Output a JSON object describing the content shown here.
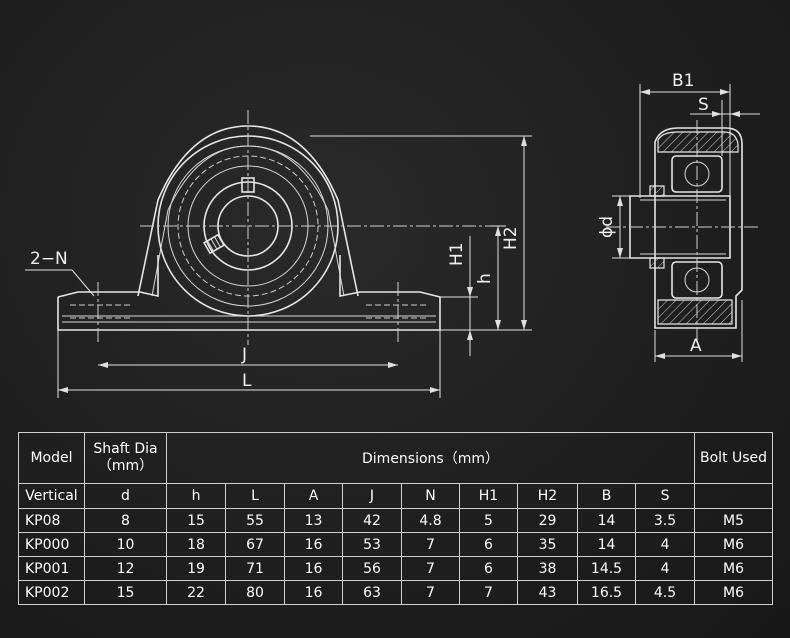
{
  "drawing": {
    "labels": {
      "n": "2−N",
      "j": "J",
      "l": "L",
      "h1": "H1",
      "h": "h",
      "h2": "H2",
      "b1": "B1",
      "s": "S",
      "d": "ϕd",
      "a": "A"
    }
  },
  "table": {
    "header": {
      "model": "Model",
      "shaft_line1": "Shaft Dia",
      "shaft_line2": "（mm）",
      "dimensions": "Dimensions（mm）",
      "bolt": "Bolt Used"
    },
    "subheader": {
      "vertical": "Vertical",
      "cols": [
        "d",
        "h",
        "L",
        "A",
        "J",
        "N",
        "H1",
        "H2",
        "B",
        "S"
      ]
    },
    "rows": [
      {
        "model": "KP08",
        "values": [
          "8",
          "15",
          "55",
          "13",
          "42",
          "4.8",
          "5",
          "29",
          "14",
          "3.5"
        ],
        "bolt": "M5"
      },
      {
        "model": "KP000",
        "values": [
          "10",
          "18",
          "67",
          "16",
          "53",
          "7",
          "6",
          "35",
          "14",
          "4"
        ],
        "bolt": "M6"
      },
      {
        "model": "KP001",
        "values": [
          "12",
          "19",
          "71",
          "16",
          "56",
          "7",
          "6",
          "38",
          "14.5",
          "4"
        ],
        "bolt": "M6"
      },
      {
        "model": "KP002",
        "values": [
          "15",
          "22",
          "80",
          "16",
          "63",
          "7",
          "7",
          "43",
          "16.5",
          "4.5"
        ],
        "bolt": "M6"
      }
    ]
  }
}
